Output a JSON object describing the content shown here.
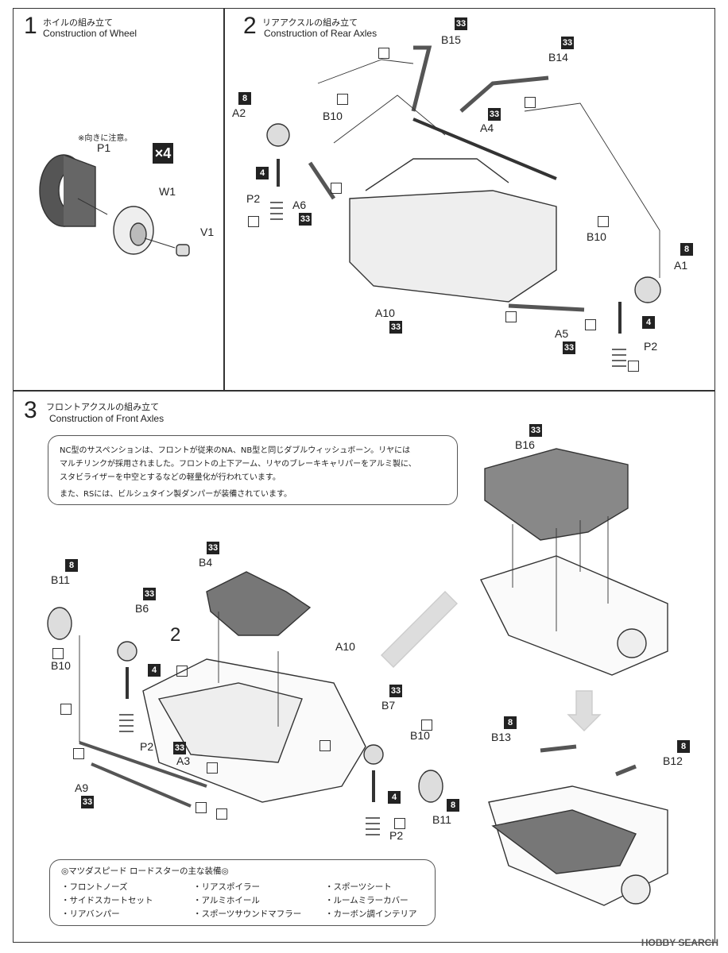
{
  "step1": {
    "num": "1",
    "jp": "ホイルの組み立て",
    "en": "Construction of  Wheel",
    "note": "※向きに注意。",
    "qty": "×4",
    "labels": {
      "p1": "P1",
      "w1": "W1",
      "v1": "V1"
    }
  },
  "step2": {
    "num": "2",
    "jp": "リアアクスルの組み立て",
    "en": "Construction of Rear Axles",
    "labels": {
      "b15": "B15",
      "b14": "B14",
      "a2": "A2",
      "b10a": "B10",
      "a4": "A4",
      "p2a": "P2",
      "a6": "A6",
      "b10b": "B10",
      "a1": "A1",
      "a10": "A10",
      "a5": "A5",
      "p2b": "P2"
    },
    "badges": {
      "b15": "33",
      "b14": "33",
      "a2": "8",
      "a4": "33",
      "four_a": "4",
      "a6": "33",
      "a1": "8",
      "a10": "33",
      "four_b": "4",
      "a5": "33"
    }
  },
  "step3": {
    "num": "3",
    "jp": "フロントアクスルの組み立て",
    "en": "Construction of Front Axles",
    "info": [
      "NC型のサスペンションは、フロントが従来のNA、NB型と同じダブルウィッシュボーン。リヤには",
      "マルチリンクが採用されました。フロントの上下アーム、リヤのブレーキキャリパーをアルミ製に、",
      "スタビライザーを中空とするなどの軽量化が行われています。",
      "また、RSには、ビルシュタイン製ダンパーが装備されています。"
    ],
    "labels": {
      "b16": "B16",
      "b4": "B4",
      "b11a": "B11",
      "b6": "B6",
      "two": "2",
      "a10": "A10",
      "b10a": "B10",
      "p2a": "P2",
      "b7": "B7",
      "b10b": "B10",
      "a3": "A3",
      "a9": "A9",
      "b11b": "B11",
      "p2b": "P2",
      "b13": "B13",
      "b12": "B12"
    },
    "badges": {
      "b16": "33",
      "b4": "33",
      "b11a": "8",
      "b6": "33",
      "four_a": "4",
      "a3": "33",
      "b7": "33",
      "a9": "33",
      "four_b": "4",
      "b11b": "8",
      "b13": "8",
      "b12": "8"
    }
  },
  "equipment": {
    "title": "◎マツダスピード ロードスターの主な装備◎",
    "col1": [
      "・フロントノーズ",
      "・サイドスカートセット",
      "・リアバンパー"
    ],
    "col2": [
      "・リアスポイラー",
      "・アルミホイール",
      "・スポーツサウンドマフラー"
    ],
    "col3": [
      "・スポーツシート",
      "・ルームミラーカバー",
      "・カーボン調インテリア"
    ]
  },
  "watermark": "HOBBY SEARCH"
}
